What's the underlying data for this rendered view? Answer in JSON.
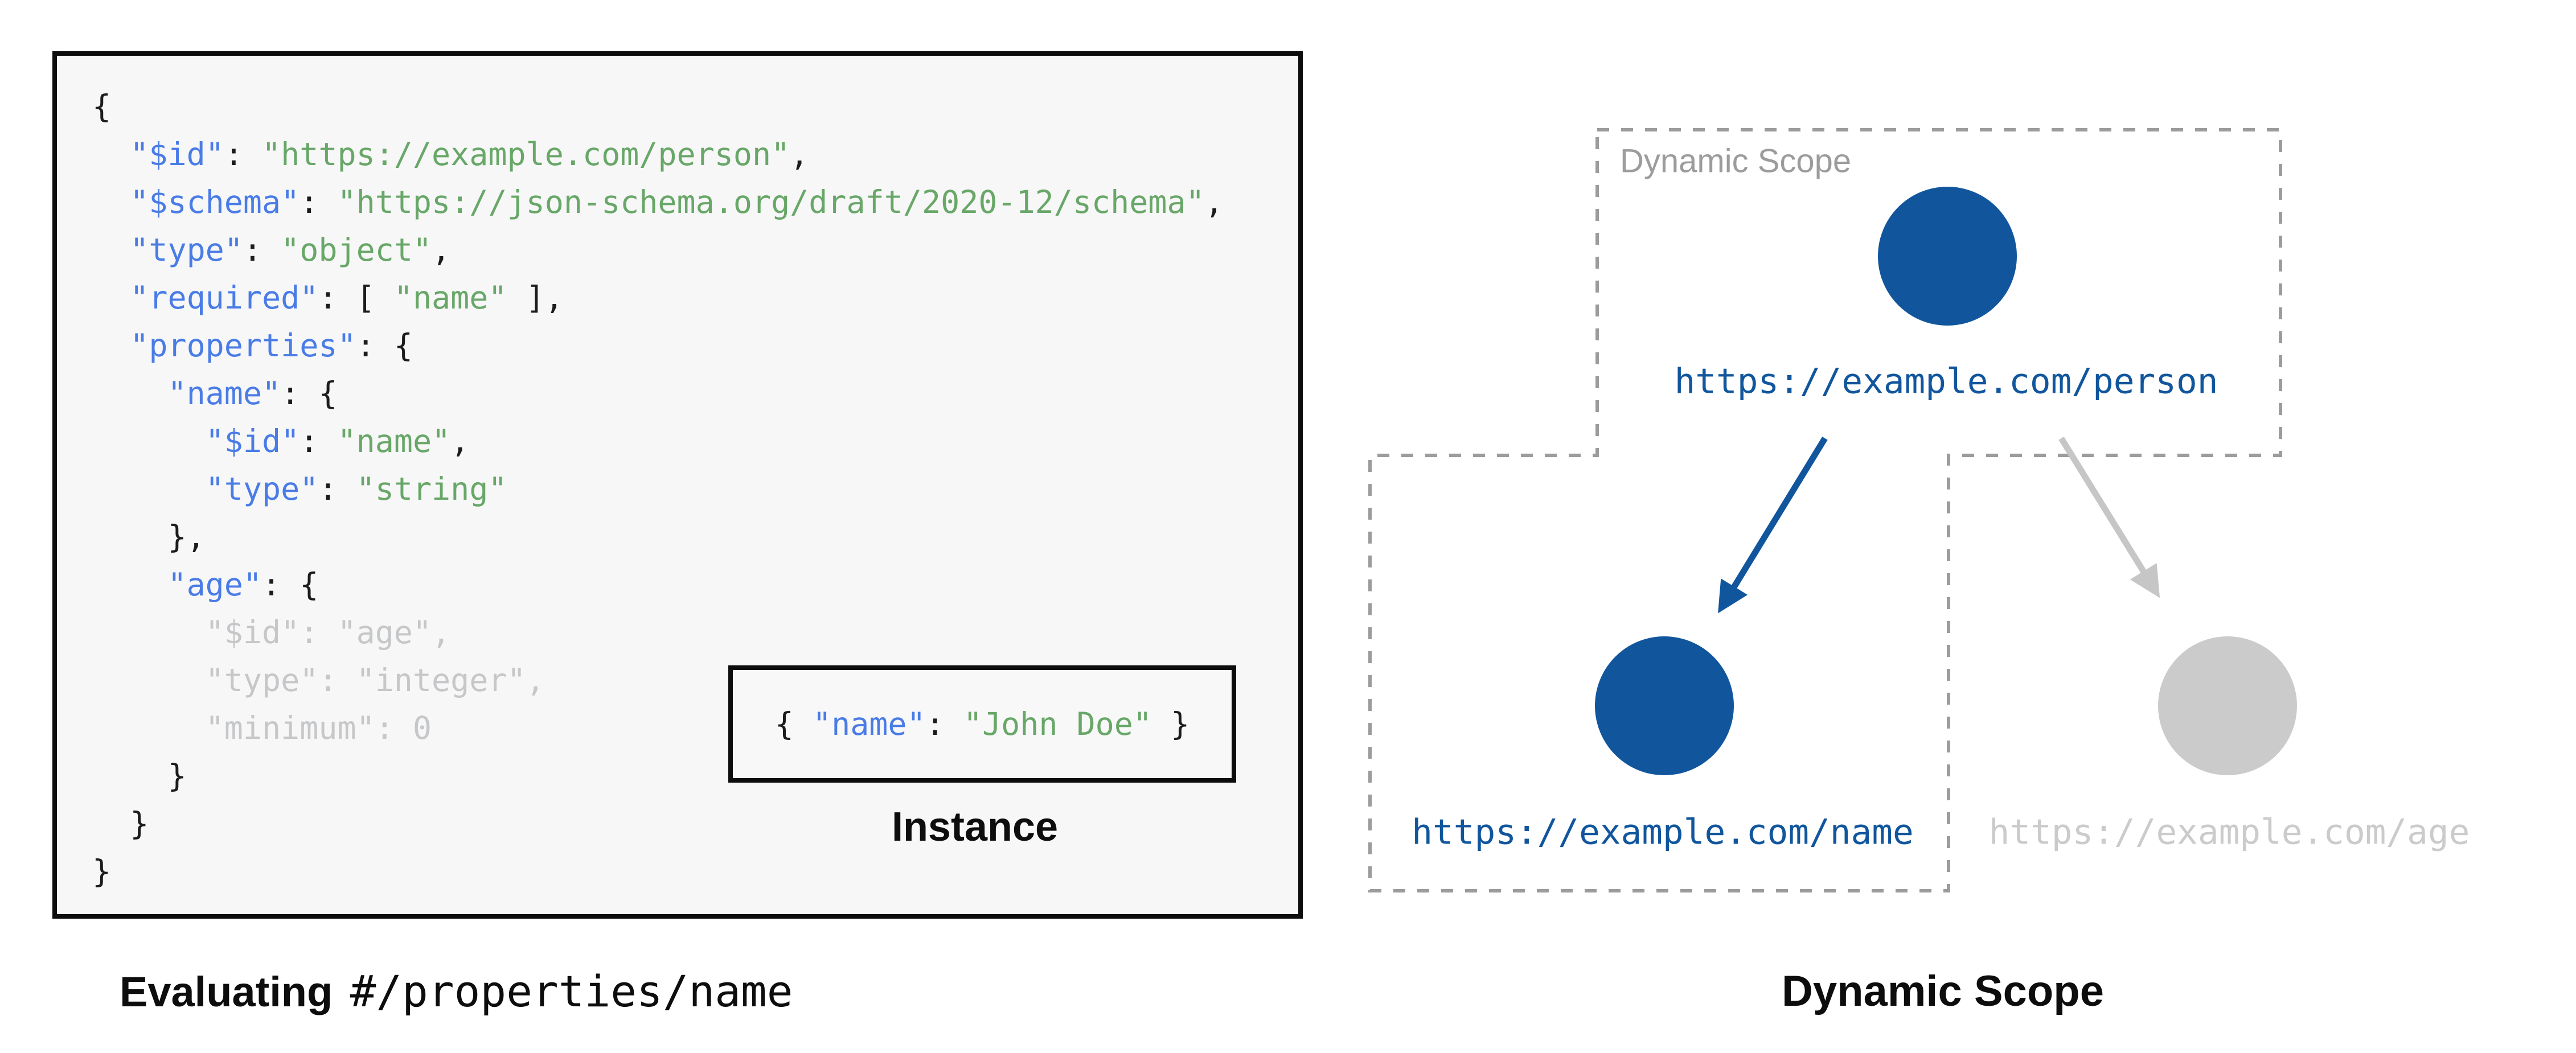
{
  "colors": {
    "node_blue": "#11569d",
    "node_gray": "#cbcbcb",
    "key_blue": "#4a7ce6",
    "string_green": "#68a768",
    "dim_gray": "#c6c7c9",
    "dash_gray": "#9c9c9c",
    "code_bg": "#f7f7f8",
    "border_black": "#0d0d0d"
  },
  "schema_panel": {
    "code_lines": [
      [
        {
          "t": "{",
          "c": "p"
        }
      ],
      [
        {
          "t": "  ",
          "c": "p"
        },
        {
          "t": "\"$id\"",
          "c": "k"
        },
        {
          "t": ": ",
          "c": "p"
        },
        {
          "t": "\"https://example.com/person\"",
          "c": "s"
        },
        {
          "t": ",",
          "c": "p"
        }
      ],
      [
        {
          "t": "  ",
          "c": "p"
        },
        {
          "t": "\"$schema\"",
          "c": "k"
        },
        {
          "t": ": ",
          "c": "p"
        },
        {
          "t": "\"https://json-schema.org/draft/2020-12/schema\"",
          "c": "s"
        },
        {
          "t": ",",
          "c": "p"
        }
      ],
      [
        {
          "t": "  ",
          "c": "p"
        },
        {
          "t": "\"type\"",
          "c": "k"
        },
        {
          "t": ": ",
          "c": "p"
        },
        {
          "t": "\"object\"",
          "c": "s"
        },
        {
          "t": ",",
          "c": "p"
        }
      ],
      [
        {
          "t": "  ",
          "c": "p"
        },
        {
          "t": "\"required\"",
          "c": "k"
        },
        {
          "t": ": [ ",
          "c": "p"
        },
        {
          "t": "\"name\"",
          "c": "s"
        },
        {
          "t": " ],",
          "c": "p"
        }
      ],
      [
        {
          "t": "  ",
          "c": "p"
        },
        {
          "t": "\"properties\"",
          "c": "k"
        },
        {
          "t": ": {",
          "c": "p"
        }
      ],
      [
        {
          "t": "    ",
          "c": "p"
        },
        {
          "t": "\"name\"",
          "c": "k"
        },
        {
          "t": ": {",
          "c": "p"
        }
      ],
      [
        {
          "t": "      ",
          "c": "p"
        },
        {
          "t": "\"$id\"",
          "c": "k"
        },
        {
          "t": ": ",
          "c": "p"
        },
        {
          "t": "\"name\"",
          "c": "s"
        },
        {
          "t": ",",
          "c": "p"
        }
      ],
      [
        {
          "t": "      ",
          "c": "p"
        },
        {
          "t": "\"type\"",
          "c": "k"
        },
        {
          "t": ": ",
          "c": "p"
        },
        {
          "t": "\"string\"",
          "c": "s"
        }
      ],
      [
        {
          "t": "    },",
          "c": "p"
        }
      ],
      [
        {
          "t": "    ",
          "c": "p"
        },
        {
          "t": "\"age\"",
          "c": "k"
        },
        {
          "t": ": {",
          "c": "p"
        }
      ],
      [
        {
          "t": "      \"$id\": \"age\",",
          "c": "d"
        }
      ],
      [
        {
          "t": "      \"type\": \"integer\",",
          "c": "d"
        }
      ],
      [
        {
          "t": "      \"minimum\": 0",
          "c": "d"
        }
      ],
      [
        {
          "t": "    }",
          "c": "p"
        }
      ],
      [
        {
          "t": "  }",
          "c": "p"
        }
      ],
      [
        {
          "t": "}",
          "c": "p"
        }
      ]
    ],
    "instance": {
      "tokens": [
        {
          "t": "{ ",
          "c": "p"
        },
        {
          "t": "\"name\"",
          "c": "k"
        },
        {
          "t": ": ",
          "c": "p"
        },
        {
          "t": "\"John Doe\"",
          "c": "s"
        },
        {
          "t": " }",
          "c": "p"
        }
      ],
      "caption": "Instance"
    },
    "caption_bold": "Evaluating",
    "caption_pointer": "#/properties/name"
  },
  "diagram": {
    "scope_label": "Dynamic Scope",
    "nodes": {
      "person": {
        "url": "https://example.com/person"
      },
      "name": {
        "url": "https://example.com/name"
      },
      "age": {
        "url": "https://example.com/age"
      }
    },
    "caption": "Dynamic Scope"
  }
}
